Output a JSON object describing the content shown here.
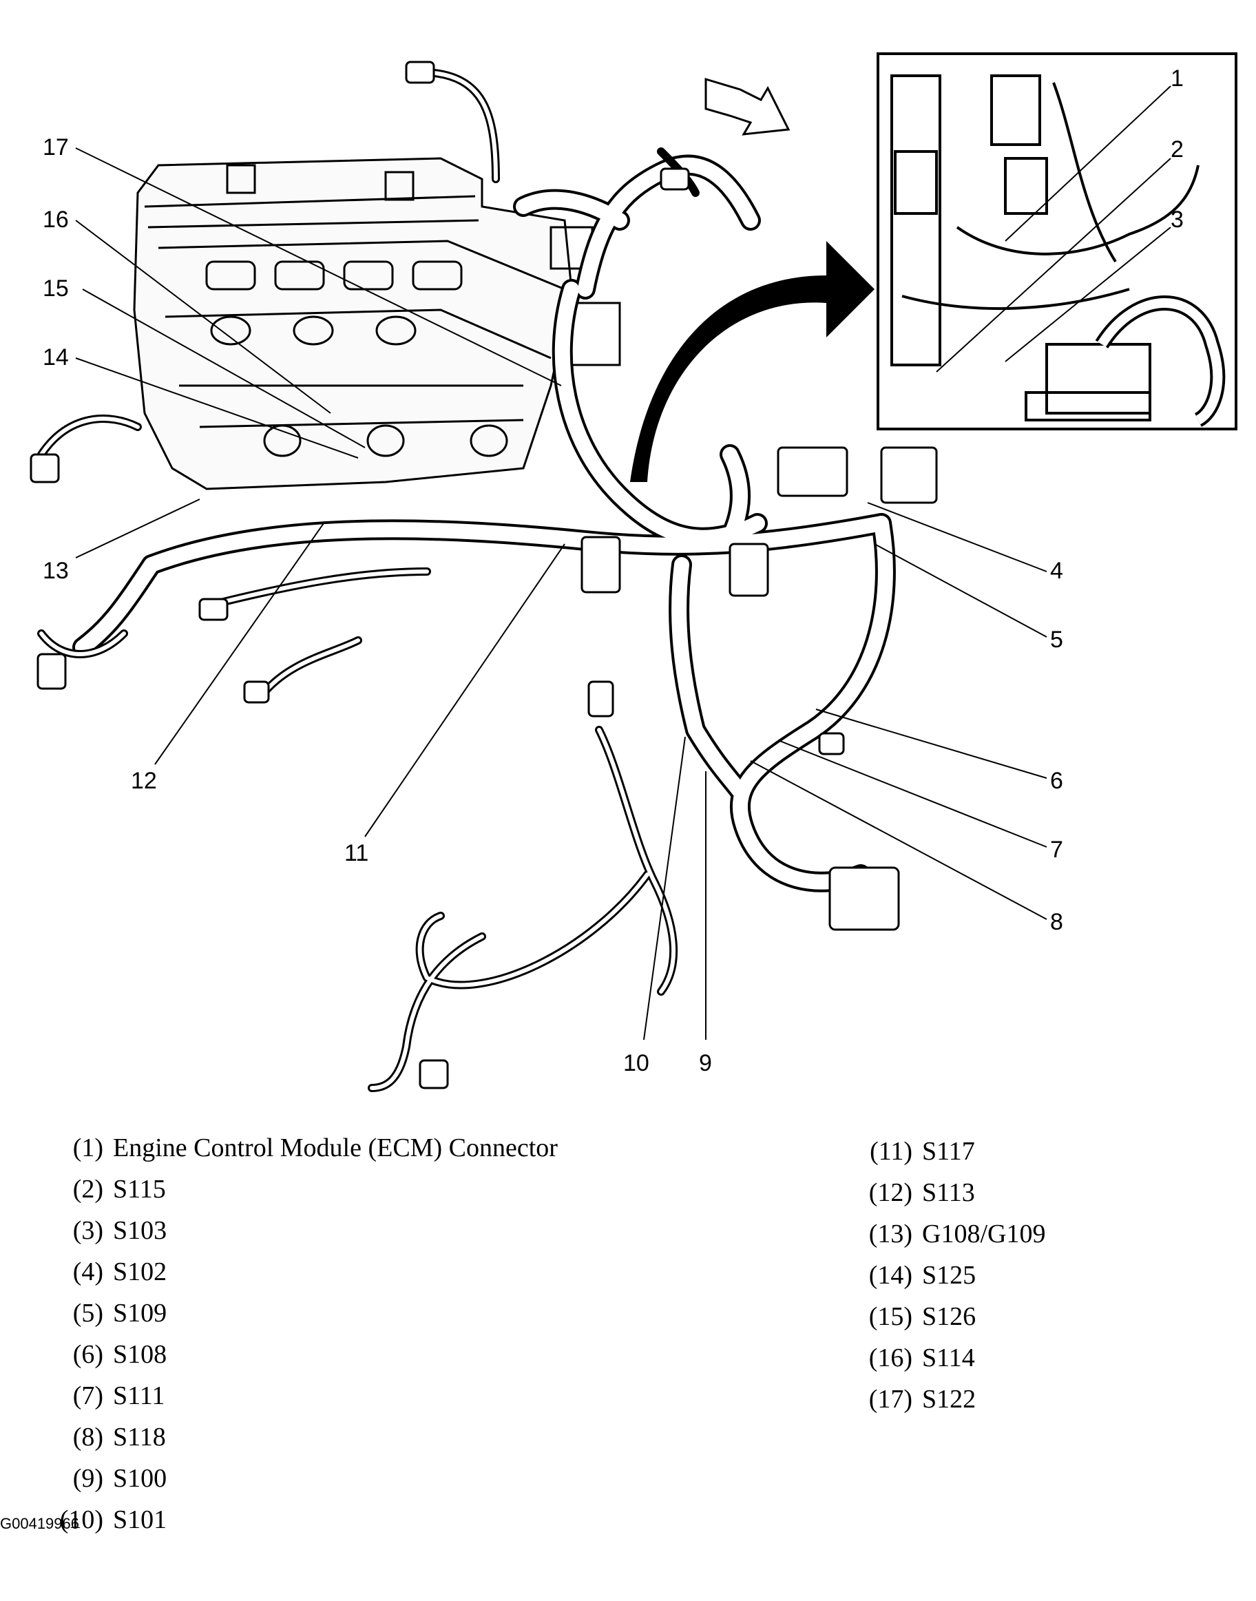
{
  "callouts": [
    "1",
    "2",
    "3",
    "4",
    "5",
    "6",
    "7",
    "8",
    "9",
    "10",
    "11",
    "12",
    "13",
    "14",
    "15",
    "16",
    "17"
  ],
  "legend": [
    {
      "num": "(1)",
      "label": "Engine Control Module (ECM) Connector"
    },
    {
      "num": "(2)",
      "label": "S115"
    },
    {
      "num": "(3)",
      "label": "S103"
    },
    {
      "num": "(4)",
      "label": "S102"
    },
    {
      "num": "(5)",
      "label": "S109"
    },
    {
      "num": "(6)",
      "label": "S108"
    },
    {
      "num": "(7)",
      "label": "S111"
    },
    {
      "num": "(8)",
      "label": "S118"
    },
    {
      "num": "(9)",
      "label": "S100"
    },
    {
      "num": "(10)",
      "label": "S101"
    },
    {
      "num": "(11)",
      "label": "S117"
    },
    {
      "num": "(12)",
      "label": "S113"
    },
    {
      "num": "(13)",
      "label": "G108/G109"
    },
    {
      "num": "(14)",
      "label": "S125"
    },
    {
      "num": "(15)",
      "label": "S126"
    },
    {
      "num": "(16)",
      "label": "S114"
    },
    {
      "num": "(17)",
      "label": "S122"
    }
  ],
  "figure_id": "G00419966"
}
